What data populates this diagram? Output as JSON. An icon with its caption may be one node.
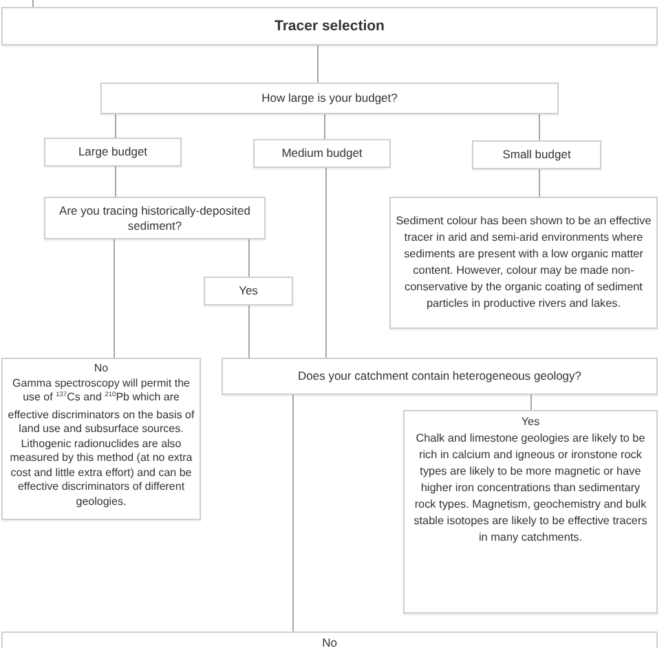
{
  "diagram": {
    "nodes": [
      {
        "text": [
          "Tracer selection"
        ]
      },
      {
        "text": [
          "How large is your budget?"
        ]
      },
      {
        "text": [
          "Large budget"
        ]
      },
      {
        "text": [
          "Medium budget"
        ]
      },
      {
        "text": [
          "Small budget"
        ]
      },
      {
        "text": [
          "Are you tracing historically-deposited sediment?"
        ]
      },
      {
        "text": [
          "Sediment colour has been shown to be an effective tracer in arid and semi-arid environments where sediments are present with a low organic matter content. However, colour may be made non-conservative by the organic coating of sediment particles in productive rivers and lakes."
        ]
      },
      {
        "text": [
          "Yes"
        ]
      },
      {
        "text": [
          "No",
          "Gamma spectroscopy will permit the use of $^{137}$Cs and $^{210}$Pb which are effective discriminators on the basis of land use and subsurface sources. Lithogenic radionuclides are also measured by this method (at no extra cost and little extra effort) and can be effective discriminators of different geologies."
        ]
      },
      {
        "text": [
          "Does your catchment contain heterogeneous geology?"
        ]
      },
      {
        "text": [
          "Yes",
          "Chalk and limestone geologies are likely to be rich in calcium and igneous or ironstone rock types are likely to be more magnetic or have higher iron concentrations than sedimentary rock types. Magnetism, geochemistry and bulk stable isotopes are likely to be effective tracers in many catchments."
        ]
      },
      {
        "text": [
          "No"
        ]
      }
    ],
    "edges": [
      {
        "from": null,
        "to": 0,
        "arrow": "none"
      },
      {
        "from": 0,
        "to": 1,
        "arrow": "none"
      },
      {
        "from": 1,
        "to": 2,
        "arrow": "none"
      },
      {
        "from": 1,
        "to": 3,
        "arrow": "none"
      },
      {
        "from": 1,
        "to": 4,
        "arrow": "none"
      },
      {
        "from": 2,
        "to": 5,
        "arrow": "none"
      },
      {
        "from": 4,
        "to": 6,
        "arrow": "none"
      },
      {
        "from": 5,
        "to": 8,
        "arrow": "none"
      },
      {
        "from": 5,
        "to": 7,
        "arrow": "none"
      },
      {
        "from": 7,
        "to": 9,
        "arrow": "none"
      },
      {
        "from": 3,
        "to": 9,
        "arrow": "none"
      },
      {
        "from": 9,
        "to": 10,
        "arrow": "none"
      },
      {
        "from": 9,
        "to": 11,
        "arrow": "none"
      }
    ]
  }
}
